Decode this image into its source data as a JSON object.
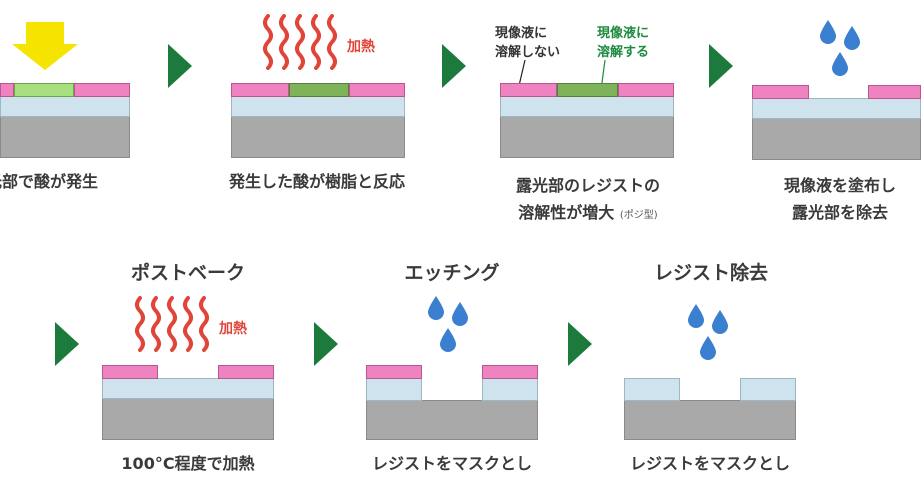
{
  "steps_top": [
    {
      "caption_lines": [
        "光部で酸が発生"
      ]
    },
    {
      "caption_lines": [
        "発生した酸が樹脂と反応"
      ],
      "heat_label": "加熱"
    },
    {
      "caption_lines": [
        "露光部のレジストの",
        "溶解性が増大"
      ],
      "caption_note": "(ポジ型)",
      "label_insoluble": [
        "現像液に",
        "溶解しない"
      ],
      "label_soluble": [
        "現像液に",
        "溶解する"
      ]
    },
    {
      "caption_lines": [
        "現像液を塗布し",
        "露光部を除去"
      ]
    }
  ],
  "steps_bottom": [
    {
      "title": "ポストベーク",
      "heat_label": "加熱",
      "caption_lines": [
        "100°C程度で加熱"
      ]
    },
    {
      "title": "エッチング",
      "caption_lines": [
        "レジストをマスクとし"
      ]
    },
    {
      "title": "レジスト除去",
      "caption_lines": [
        "レジストをマスクとし"
      ]
    }
  ],
  "colors": {
    "arrow_green": "#1d7a3d",
    "resist_pink": "#ef82c0",
    "exposed_green": "#a8df7e",
    "substrate_gray": "#a9a9a9",
    "film_blue": "#cfe3ef",
    "heat_red": "#e0453a",
    "drop_blue": "#3a7fd0",
    "light_yellow": "#f5e400"
  },
  "icons": [
    "yellow-light-arrow-icon",
    "heat-wave-icon",
    "developer-drops-icon",
    "step-arrow-icon"
  ]
}
